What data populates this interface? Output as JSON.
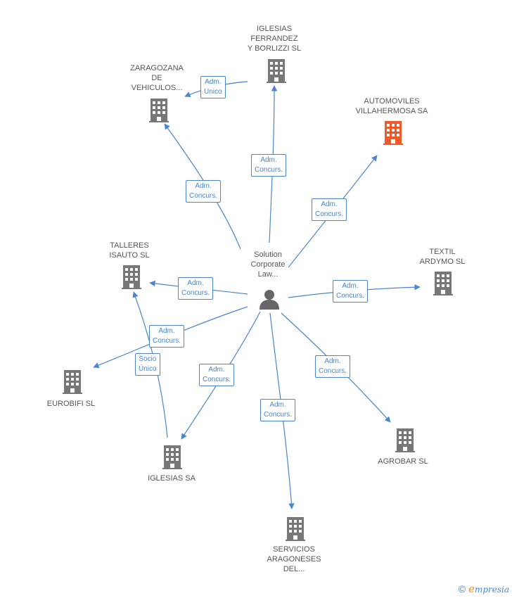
{
  "center": {
    "label": "Solution\nCorporate\nLaw...",
    "icon": "person-icon"
  },
  "nodes": {
    "iglesias_ferrandez": {
      "label": "IGLESIAS\nFERRANDEZ\nY BORLIZZI SL",
      "icon": "building-icon"
    },
    "zaragozana": {
      "label": "ZARAGOZANA\nDE\nVEHICULOS...",
      "icon": "building-icon"
    },
    "automoviles": {
      "label": "AUTOMOVILES\nVILLAHERMOSA SA",
      "icon": "building-icon",
      "color": "#f05a28"
    },
    "talleres": {
      "label": "TALLERES\nISAUTO SL",
      "icon": "building-icon"
    },
    "textil": {
      "label": "TEXTIL\nARDYMO SL",
      "icon": "building-icon"
    },
    "eurobifi": {
      "label": "EUROBIFI SL",
      "icon": "building-icon"
    },
    "agrobar": {
      "label": "AGROBAR SL",
      "icon": "building-icon"
    },
    "iglesias_sa": {
      "label": "IGLESIAS SA",
      "icon": "building-icon"
    },
    "servicios": {
      "label": "SERVICIOS\nARAGONESES\nDEL...",
      "icon": "building-icon"
    }
  },
  "edges": {
    "to_iglesias_ferrandez": "Adm.\nConcurs.",
    "ferrandez_to_zaragozana": "Adm.\nUnico",
    "to_zaragozana": "Adm.\nConcurs.",
    "to_automoviles": "Adm.\nConcurs.",
    "to_talleres": "Adm.\nConcurs.",
    "to_textil": "Adm.\nConcurs.",
    "to_eurobifi": "Adm.\nConcurs.",
    "iglesias_sa_to_talleres": "Socio\nÚnico",
    "to_iglesias_sa": "Adm.\nConcurs.",
    "to_agrobar": "Adm.\nConcurs.",
    "to_servicios": "Adm.\nConcurs."
  },
  "colors": {
    "edge": "#4a86c8",
    "building": "#777777",
    "highlight": "#f05a28",
    "person": "#666666"
  },
  "footer": {
    "copyright": "©",
    "brand_e": "e",
    "brand_rest": "mpresia"
  }
}
